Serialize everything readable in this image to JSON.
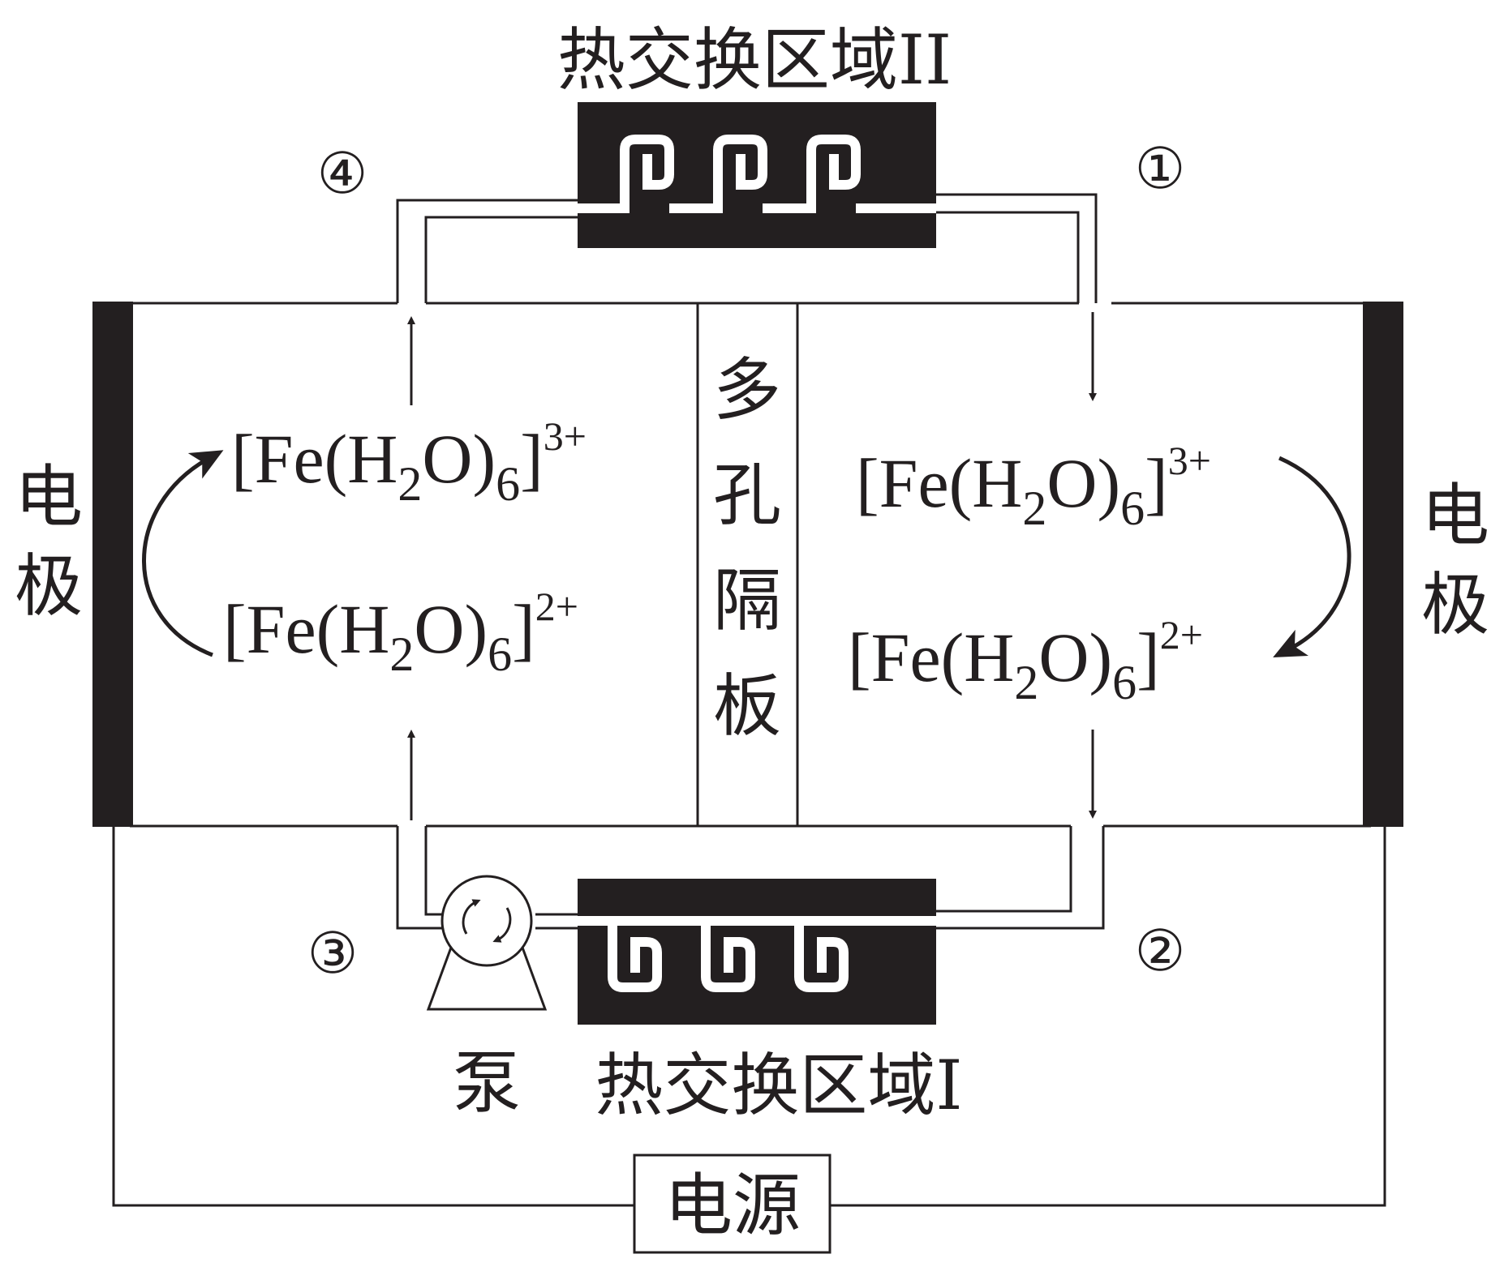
{
  "labels": {
    "heat_exchange_top": "热交换区域II",
    "heat_exchange_bottom": "热交换区域I",
    "pump": "泵",
    "power_source": "电源",
    "electrode_left": "电极",
    "electrode_right": "电极",
    "separator": "多孔隔板"
  },
  "points": {
    "p1": "①",
    "p2": "②",
    "p3": "③",
    "p4": "④"
  },
  "left_chamber": {
    "upper": {
      "bracket_open": "[Fe(H",
      "sub2": "2",
      "mid": "O)",
      "sub6": "6",
      "bracket_close": "]",
      "charge": "3+"
    },
    "lower": {
      "bracket_open": "[Fe(H",
      "sub2": "2",
      "mid": "O)",
      "sub6": "6",
      "bracket_close": "]",
      "charge": "2+"
    }
  },
  "right_chamber": {
    "upper": {
      "bracket_open": "[Fe(H",
      "sub2": "2",
      "mid": "O)",
      "sub6": "6",
      "bracket_close": "]",
      "charge": "3+"
    },
    "lower": {
      "bracket_open": "[Fe(H",
      "sub2": "2",
      "mid": "O)",
      "sub6": "6",
      "bracket_close": "]",
      "charge": "2+"
    }
  },
  "colors": {
    "ink": "#231f20",
    "background": "#ffffff"
  }
}
